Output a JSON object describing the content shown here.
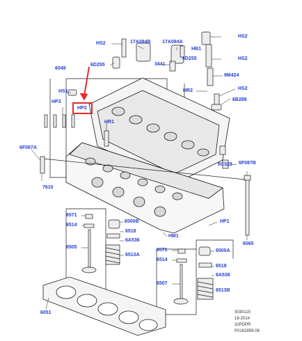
{
  "colors": {
    "callout": "#1f3fd0",
    "line": "#1a1a1a",
    "highlight": "#e32a2a"
  },
  "callouts": {
    "hs2_a": "HS2",
    "p17a084b": "17A084B",
    "p17a084a": "17A084A",
    "hs2_b": "HS2",
    "hb1": "HB1",
    "hs2_c": "HS2",
    "p6d255_a": "6D255",
    "p6d255_b": "6D255",
    "p3441": "3441",
    "p6049": "6049",
    "p9m424": "9M424",
    "hs1": "HS1",
    "hr2": "HR2",
    "hs2_d": "HS2",
    "hp3": "HP3",
    "hp2": "HP2",
    "p6b288": "6B288",
    "hr1": "HR1",
    "p6f087a": "6F087A",
    "p6c329": "6C329",
    "p6f087b": "6F087B",
    "p7610": "7610",
    "p6571_a": "6571",
    "p6500b": "6500B",
    "p6514_a": "6514",
    "hp1": "HP1",
    "p6518_a": "6518",
    "p6a536_a": "6A536",
    "p6505": "6505",
    "hm1": "HM1",
    "p6065": "6065",
    "p6513a": "6513A",
    "p6571_b": "6571",
    "p6500a": "6500A",
    "p6514_b": "6514",
    "p6518_b": "6518",
    "p6a536_b": "6A536",
    "p6507": "6507",
    "p6513b": "6513B",
    "p6051": "6051"
  },
  "footer": {
    "line1": "3030115",
    "line2": "18-2014",
    "line3": "32PDPR",
    "line4": "P0162859-06"
  },
  "highlight": {
    "target": "HP2"
  }
}
